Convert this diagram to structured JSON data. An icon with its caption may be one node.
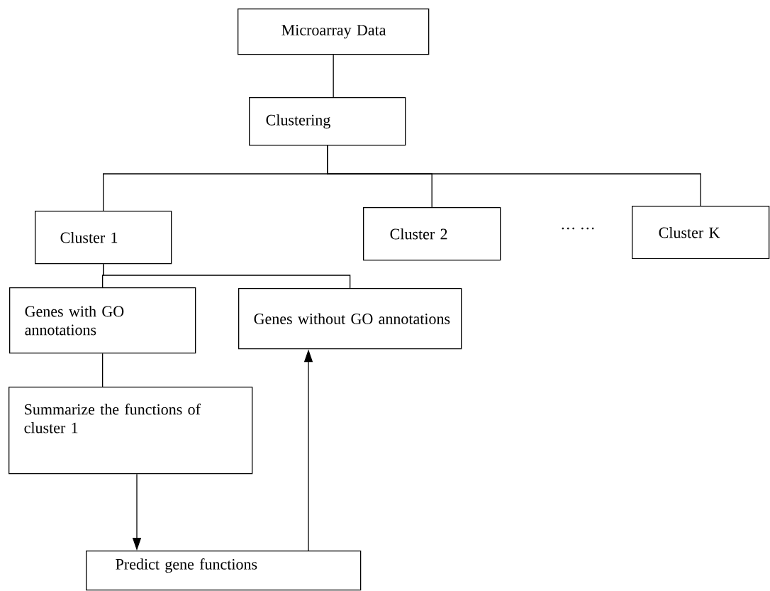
{
  "diagram": {
    "nodes": [
      {
        "text": [
          "Microarray Data"
        ]
      },
      {
        "text": [
          "Clustering"
        ]
      },
      {
        "text": [
          "Cluster 1"
        ]
      },
      {
        "text": [
          "Cluster 2"
        ]
      },
      {
        "text": [
          "Cluster K"
        ]
      },
      {
        "text": [
          "Genes with GO annotations"
        ]
      },
      {
        "text": [
          "Genes without GO annotations"
        ]
      },
      {
        "text": [
          "Summarize the functions of cluster 1"
        ]
      },
      {
        "text": [
          "Predict gene functions"
        ]
      }
    ],
    "edges": [
      {
        "from": 0,
        "to": 1,
        "arrow": "none"
      },
      {
        "from": 1,
        "to": 2,
        "arrow": "none"
      },
      {
        "from": 1,
        "to": 3,
        "arrow": "none"
      },
      {
        "from": 1,
        "to": 4,
        "arrow": "none"
      },
      {
        "from": 2,
        "to": 5,
        "arrow": "none"
      },
      {
        "from": 2,
        "to": 6,
        "arrow": "none"
      },
      {
        "from": 5,
        "to": 7,
        "arrow": "none"
      },
      {
        "from": 7,
        "to": 8,
        "arrow": "to"
      },
      {
        "from": 8,
        "to": 6,
        "arrow": "to"
      }
    ],
    "labels": [
      "… …"
    ]
  }
}
